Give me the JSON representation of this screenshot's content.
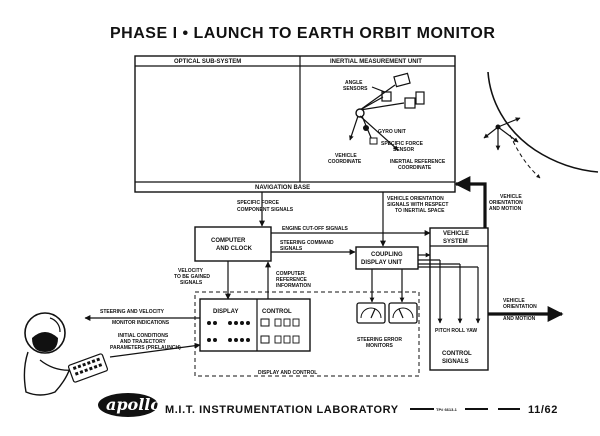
{
  "title": "PHASE I • LAUNCH TO EARTH ORBIT MONITOR",
  "optical": {
    "label": "OPTICAL SUB-SYSTEM"
  },
  "imu": {
    "label": "INERTIAL MEASUREMENT UNIT",
    "angle_sensors": [
      "ANGLE",
      "SENSORS"
    ],
    "gyro_unit": "GYRO UNIT",
    "specific_force_sensor": [
      "SPECIFIC FORCE",
      "SENSOR"
    ],
    "vehicle_coordinate": [
      "VEHICLE",
      "COORDINATE"
    ],
    "inertial_reference": [
      "INERTIAL REFERENCE",
      "COORDINATE"
    ]
  },
  "navigation_base": "NAVIGATION BASE",
  "specific_force_signals": [
    "SPECIFIC FORCE",
    "COMPONENT SIGNALS"
  ],
  "orientation_signals": [
    "VEHICLE ORIENTATION",
    "SIGNALS WITH RESPECT",
    "TO INERTIAL SPACE"
  ],
  "vehicle_orientation_top": [
    "VEHICLE",
    "ORIENTATION",
    "AND MOTION"
  ],
  "engine_cutoff": "ENGINE CUT-OFF SIGNALS",
  "steering_command": [
    "STEERING COMMAND",
    "SIGNALS"
  ],
  "computer": [
    "COMPUTER",
    "AND CLOCK"
  ],
  "coupling_unit": [
    "COUPLING",
    "DISPLAY UNIT"
  ],
  "vehicle_system": [
    "VEHICLE",
    "SYSTEM"
  ],
  "velocity_signals": [
    "VELOCITY",
    "TO BE GAINED",
    "SIGNALS"
  ],
  "computer_reference": [
    "COMPUTER",
    "REFERENCE",
    "INFORMATION"
  ],
  "vehicle_orientation_right": [
    "VEHICLE",
    "ORIENTATION",
    "AND MOTION"
  ],
  "display_label": "DISPLAY",
  "control_label": "CONTROL",
  "steering_velocity": [
    "STEERING AND VELOCITY",
    "MONITOR INDICATIONS"
  ],
  "initial_conditions": [
    "INITIAL CONDITIONS",
    "AND TRAJECTORY",
    "PARAMETERS (PRELAUNCH)"
  ],
  "steering_error": [
    "STEERING ERROR",
    "MONITORS"
  ],
  "pitch_roll_yaw": "PITCH ROLL YAW",
  "control_signals": [
    "CONTROL",
    "SIGNALS"
  ],
  "display_and_control": "DISPLAY AND CONTROL",
  "footer": {
    "brand": "apollo",
    "lab": "M.I.T. INSTRUMENTATION LABORATORY",
    "ref": "TP# 6613-1",
    "date": "11/62"
  }
}
